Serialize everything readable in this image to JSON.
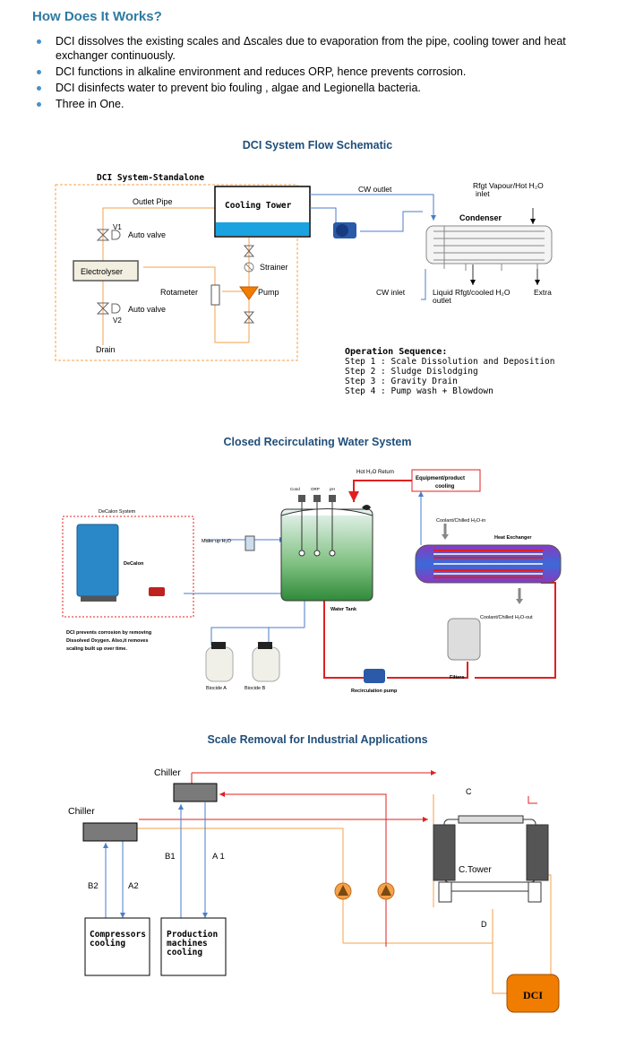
{
  "heading": "How Does It Works?",
  "bullets": [
    "DCI dissolves the existing scales and Δscales due to evaporation from the pipe, cooling tower and heat exchanger continuously.",
    "DCI functions in alkaline environment and reduces ORP, hence prevents corrosion.",
    "DCI disinfects water to prevent bio fouling , algae and Legionella bacteria.",
    "Three in One."
  ],
  "schematic1": {
    "title": "DCI System Flow Schematic",
    "standalone": "DCI System-Standalone",
    "outlet_pipe": "Outlet Pipe",
    "cooling_tower": "Cooling Tower",
    "cw_outlet": "CW outlet",
    "rfgt_vapour": "Rfgt Vapour/Hot H₂O",
    "inlet": "inlet",
    "condenser": "Condenser",
    "v1": "V1",
    "auto_valve_1": "Auto valve",
    "strainer": "Strainer",
    "electrolyser": "Electrolyser",
    "rotameter": "Rotameter",
    "pump": "Pump",
    "cw_inlet": "CW  inlet",
    "liquid_rfgt": "Liquid Rfgt/cooled H₂O",
    "outlet": "outlet",
    "extra": "Extra",
    "auto_valve_2": "Auto valve",
    "v2": "V2",
    "drain": "Drain",
    "op_title": "Operation Sequence:",
    "steps": [
      "Step 1 : Scale Dissolution and Deposition",
      "Step 2 : Sludge Dislodging",
      "Step 3 : Gravity Drain",
      "Step 4 : Pump wash + Blowdown"
    ]
  },
  "schematic2": {
    "title": "Closed Recirculating Water System",
    "hot_return": "Hot  H₂O Return",
    "equipment": "Equipment/product",
    "cooling": "cooling",
    "cond": "Cond",
    "orp": "ORP",
    "ph": "pH",
    "decalon_system": "DeCalon System",
    "coolant_in": "Coolant/Chilled  H₂O-in",
    "heat_exchanger": "Heat Exchanger",
    "makeup": "Make up H₂O",
    "decalon": "DeCalon",
    "water_tank": "Water Tank",
    "coolant_out": "Coolant/Chilled  H₂O-out",
    "note_1": "DCI prevents corrosion by removing",
    "note_2": "Dissolved Oxygen. Also,it removes",
    "note_3": "scaling built up over time.",
    "biocide_a": "Biocide A",
    "biocide_b": "Biocide B",
    "filters": "Filters",
    "recirc_pump": "Recirculation pump"
  },
  "schematic3": {
    "title": "Scale Removal for Industrial Applications",
    "chiller_top": "Chiller",
    "chiller_left": "Chiller",
    "c": "C",
    "b1": "B1",
    "a1": "A 1",
    "ctower": "C.Tower",
    "b2": "B2",
    "a2": "A2",
    "d": "D",
    "compressors_1": "Compressors",
    "compressors_2": "cooling",
    "production_1": "Production",
    "production_2": "machines",
    "production_3": "cooling",
    "dci": "DCI"
  },
  "colors": {
    "heading": "#2e7aa0",
    "section_title": "#1f4e79",
    "orange_line": "#f5a04a",
    "blue_line": "#4a7ec8",
    "red_line": "#e02020",
    "dci_box": "#f07d00"
  }
}
